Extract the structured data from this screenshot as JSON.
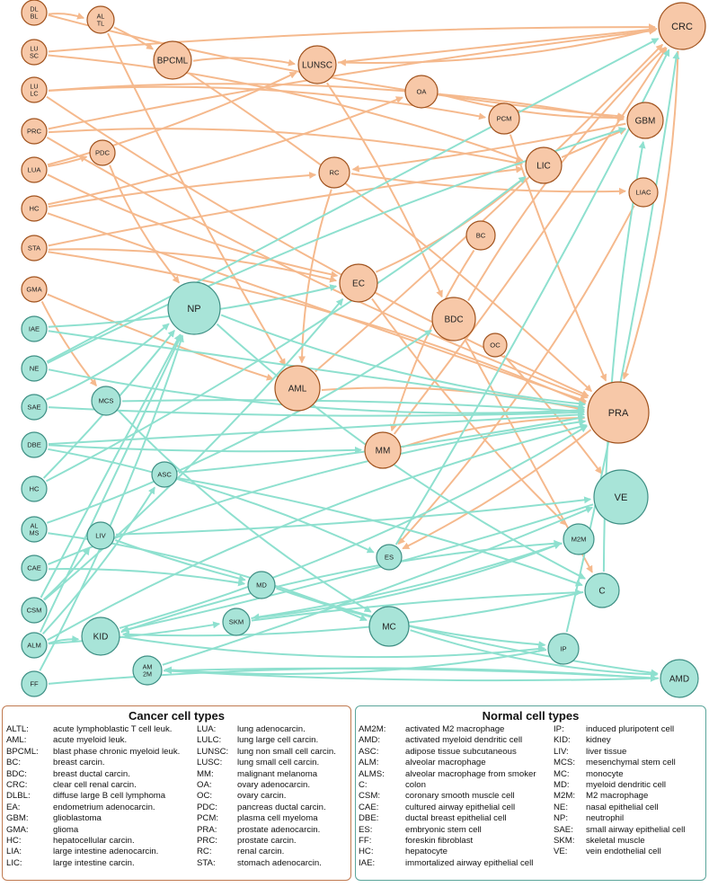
{
  "colors": {
    "cancer_fill": "#f7c8a8",
    "cancer_stroke": "#a0521d",
    "normal_fill": "#a8e4d8",
    "normal_stroke": "#3e8f84",
    "cancer_edge": "#f5b98d",
    "normal_edge": "#8ee0cf"
  },
  "nodes": [
    {
      "id": "DLBL",
      "label": "DL\nBL",
      "kind": "cancer"
    },
    {
      "id": "LUSC",
      "label": "LU\nSC",
      "kind": "cancer"
    },
    {
      "id": "LULC",
      "label": "LU\nLC",
      "kind": "cancer"
    },
    {
      "id": "PRC",
      "label": "PRC",
      "kind": "cancer"
    },
    {
      "id": "LUA",
      "label": "LUA",
      "kind": "cancer"
    },
    {
      "id": "HC_c",
      "label": "HC",
      "kind": "cancer"
    },
    {
      "id": "STA",
      "label": "STA",
      "kind": "cancer"
    },
    {
      "id": "GMA",
      "label": "GMA",
      "kind": "cancer"
    },
    {
      "id": "ALTL",
      "label": "AL\nTL",
      "kind": "cancer"
    },
    {
      "id": "PDC",
      "label": "PDC",
      "kind": "cancer"
    },
    {
      "id": "BPCML",
      "label": "BPCML",
      "kind": "cancer"
    },
    {
      "id": "LUNSC",
      "label": "LUNSC",
      "kind": "cancer"
    },
    {
      "id": "OA",
      "label": "OA",
      "kind": "cancer"
    },
    {
      "id": "PCM",
      "label": "PCM",
      "kind": "cancer"
    },
    {
      "id": "LIC",
      "label": "LIC",
      "kind": "cancer"
    },
    {
      "id": "RC",
      "label": "RC",
      "kind": "cancer"
    },
    {
      "id": "BC",
      "label": "BC",
      "kind": "cancer"
    },
    {
      "id": "EC",
      "label": "EC",
      "kind": "cancer"
    },
    {
      "id": "BDC",
      "label": "BDC",
      "kind": "cancer"
    },
    {
      "id": "OC",
      "label": "OC",
      "kind": "cancer"
    },
    {
      "id": "AML",
      "label": "AML",
      "kind": "cancer"
    },
    {
      "id": "MM",
      "label": "MM",
      "kind": "cancer"
    },
    {
      "id": "CRC",
      "label": "CRC",
      "kind": "cancer"
    },
    {
      "id": "GBM",
      "label": "GBM",
      "kind": "cancer"
    },
    {
      "id": "LIAC",
      "label": "LIAC",
      "kind": "cancer"
    },
    {
      "id": "PRA",
      "label": "PRA",
      "kind": "cancer"
    },
    {
      "id": "IAE",
      "label": "IAE",
      "kind": "normal"
    },
    {
      "id": "NE",
      "label": "NE",
      "kind": "normal"
    },
    {
      "id": "SAE",
      "label": "SAE",
      "kind": "normal"
    },
    {
      "id": "DBE",
      "label": "DBE",
      "kind": "normal"
    },
    {
      "id": "HC_n",
      "label": "HC",
      "kind": "normal"
    },
    {
      "id": "ALMS",
      "label": "AL\nMS",
      "kind": "normal"
    },
    {
      "id": "CAE",
      "label": "CAE",
      "kind": "normal"
    },
    {
      "id": "CSM",
      "label": "CSM",
      "kind": "normal"
    },
    {
      "id": "ALM",
      "label": "ALM",
      "kind": "normal"
    },
    {
      "id": "FF",
      "label": "FF",
      "kind": "normal"
    },
    {
      "id": "NP",
      "label": "NP",
      "kind": "normal"
    },
    {
      "id": "MCS",
      "label": "MCS",
      "kind": "normal"
    },
    {
      "id": "ASC",
      "label": "ASC",
      "kind": "normal"
    },
    {
      "id": "LIV",
      "label": "LIV",
      "kind": "normal"
    },
    {
      "id": "KID",
      "label": "KID",
      "kind": "normal"
    },
    {
      "id": "AM2M",
      "label": "AM\n2M",
      "kind": "normal"
    },
    {
      "id": "SKM",
      "label": "SKM",
      "kind": "normal"
    },
    {
      "id": "MD",
      "label": "MD",
      "kind": "normal"
    },
    {
      "id": "MC",
      "label": "MC",
      "kind": "normal"
    },
    {
      "id": "ES",
      "label": "ES",
      "kind": "normal"
    },
    {
      "id": "IP",
      "label": "IP",
      "kind": "normal"
    },
    {
      "id": "VE",
      "label": "VE",
      "kind": "normal"
    },
    {
      "id": "M2M",
      "label": "M2M",
      "kind": "normal"
    },
    {
      "id": "C",
      "label": "C",
      "kind": "normal"
    },
    {
      "id": "AMD",
      "label": "AMD",
      "kind": "normal"
    }
  ],
  "edges": [
    [
      "ALTL",
      "BPCML"
    ],
    [
      "DLBL",
      "ALTL"
    ],
    [
      "LUSC",
      "CRC"
    ],
    [
      "LUSC",
      "LIC"
    ],
    [
      "LULC",
      "GBM"
    ],
    [
      "LULC",
      "PCM"
    ],
    [
      "PRC",
      "PRA"
    ],
    [
      "PRC",
      "CRC"
    ],
    [
      "LUA",
      "PDC"
    ],
    [
      "LUA",
      "EC"
    ],
    [
      "HC_c",
      "RC"
    ],
    [
      "HC_c",
      "PRA"
    ],
    [
      "STA",
      "LIC"
    ],
    [
      "STA",
      "PRA"
    ],
    [
      "GMA",
      "MCS"
    ],
    [
      "GMA",
      "AML"
    ],
    [
      "BPCML",
      "PRA"
    ],
    [
      "BPCML",
      "LUNSC"
    ],
    [
      "PDC",
      "NP"
    ],
    [
      "LUNSC",
      "CRC"
    ],
    [
      "LUNSC",
      "BDC"
    ],
    [
      "OA",
      "GBM"
    ],
    [
      "PCM",
      "PRA"
    ],
    [
      "LIC",
      "GBM"
    ],
    [
      "RC",
      "LIAC"
    ],
    [
      "RC",
      "AML"
    ],
    [
      "EC",
      "LIC"
    ],
    [
      "EC",
      "M2M"
    ],
    [
      "BDC",
      "CRC"
    ],
    [
      "BDC",
      "C"
    ],
    [
      "BC",
      "MM"
    ],
    [
      "OC",
      "VE"
    ],
    [
      "AML",
      "CRC"
    ],
    [
      "AML",
      "PRA"
    ],
    [
      "MM",
      "PRA"
    ],
    [
      "MM",
      "CRC"
    ],
    [
      "CRC",
      "PRA"
    ],
    [
      "CRC",
      "LUNSC"
    ],
    [
      "GBM",
      "RC"
    ],
    [
      "PRA",
      "ES"
    ],
    [
      "LIAC",
      "ES"
    ],
    [
      "LUA",
      "LUNSC"
    ],
    [
      "HC_c",
      "OA"
    ],
    [
      "PRC",
      "LIC"
    ],
    [
      "DLBL",
      "GBM"
    ],
    [
      "ALTL",
      "AML"
    ],
    [
      "STA",
      "EC"
    ],
    [
      "LULC",
      "PRA"
    ],
    [
      "AM2M",
      "VE"
    ],
    [
      "AM2M",
      "AMD"
    ],
    [
      "FF",
      "AMD"
    ],
    [
      "ALM",
      "KID"
    ],
    [
      "ALM",
      "PRA"
    ],
    [
      "ALM",
      "NP"
    ],
    [
      "CSM",
      "LIV"
    ],
    [
      "CSM",
      "EC"
    ],
    [
      "CAE",
      "MD"
    ],
    [
      "CAE",
      "PRA"
    ],
    [
      "ALMS",
      "BDC"
    ],
    [
      "ALMS",
      "MC"
    ],
    [
      "HC_n",
      "LIC"
    ],
    [
      "HC_n",
      "NP"
    ],
    [
      "DBE",
      "PRA"
    ],
    [
      "DBE",
      "MM"
    ],
    [
      "SAE",
      "PRA"
    ],
    [
      "SAE",
      "NP"
    ],
    [
      "NE",
      "PRA"
    ],
    [
      "NE",
      "GBM"
    ],
    [
      "IAE",
      "EC"
    ],
    [
      "IAE",
      "PRA"
    ],
    [
      "NP",
      "PRA"
    ],
    [
      "NP",
      "C"
    ],
    [
      "MCS",
      "MC"
    ],
    [
      "ASC",
      "C"
    ],
    [
      "LIV",
      "MD"
    ],
    [
      "KID",
      "M2M"
    ],
    [
      "KID",
      "IP"
    ],
    [
      "SKM",
      "M2M"
    ],
    [
      "MD",
      "AMD"
    ],
    [
      "MC",
      "AMD"
    ],
    [
      "IP",
      "CRC"
    ],
    [
      "C",
      "GBM"
    ],
    [
      "ES",
      "CRC"
    ],
    [
      "M2M",
      "SKM"
    ],
    [
      "AMD",
      "AM2M"
    ],
    [
      "VE",
      "KID"
    ],
    [
      "IP",
      "AM2M"
    ],
    [
      "C",
      "KID"
    ],
    [
      "LIV",
      "VE"
    ],
    [
      "ASC",
      "PRA"
    ],
    [
      "MCS",
      "PRA"
    ],
    [
      "CSM",
      "NP"
    ],
    [
      "ALM",
      "ASC"
    ],
    [
      "ALM",
      "SKM"
    ],
    [
      "FF",
      "NP"
    ],
    [
      "MD",
      "IP"
    ],
    [
      "SKM",
      "C"
    ],
    [
      "DBE",
      "ES"
    ],
    [
      "NE",
      "CRC"
    ],
    [
      "KID",
      "PRA"
    ]
  ],
  "legends": {
    "cancer": {
      "title": "Cancer cell types",
      "col1": [
        [
          "ALTL:",
          "acute lymphoblastic T cell leuk."
        ],
        [
          "AML:",
          "acute myeloid leuk."
        ],
        [
          "BPCML:",
          "blast phase chronic myeloid leuk."
        ],
        [
          "BC:",
          "breast carcin."
        ],
        [
          "BDC:",
          "breast ductal carcin."
        ],
        [
          "CRC:",
          "clear cell renal carcin."
        ],
        [
          "DLBL:",
          "diffuse large B cell lymphoma"
        ],
        [
          "EA:",
          "endometrium adenocarcin."
        ],
        [
          "GBM:",
          "glioblastoma"
        ],
        [
          "GMA:",
          "glioma"
        ],
        [
          "HC:",
          "hepatocellular carcin."
        ],
        [
          "LIA:",
          "large intestine adenocarcin."
        ],
        [
          "LIC:",
          "large intestine carcin."
        ]
      ],
      "col2": [
        [
          "LUA:",
          "lung adenocarcin."
        ],
        [
          "LULC:",
          "lung large cell carcin."
        ],
        [
          "LUNSC:",
          "lung non small cell carcin."
        ],
        [
          "LUSC:",
          "lung small cell carcin."
        ],
        [
          "MM:",
          "malignant melanoma"
        ],
        [
          "OA:",
          "ovary adenocarcin."
        ],
        [
          "OC:",
          "ovary carcin."
        ],
        [
          "PDC:",
          "pancreas ductal carcin."
        ],
        [
          "PCM:",
          "plasma cell myeloma"
        ],
        [
          "PRA:",
          "prostate adenocarcin."
        ],
        [
          "PRC:",
          "prostate carcin."
        ],
        [
          "RC:",
          "renal carcin."
        ],
        [
          "STA:",
          "stomach adenocarcin."
        ]
      ]
    },
    "normal": {
      "title": "Normal cell types",
      "col1": [
        [
          "AM2M:",
          "activated M2 macrophage"
        ],
        [
          "AMD:",
          "activated myeloid dendritic cell"
        ],
        [
          "ASC:",
          "adipose tissue subcutaneous"
        ],
        [
          "ALM:",
          "alveolar macrophage"
        ],
        [
          "ALMS:",
          "alveolar macrophage from smoker"
        ],
        [
          "C:",
          "colon"
        ],
        [
          "CSM:",
          "coronary smooth muscle cell"
        ],
        [
          "CAE:",
          "cultured airway epithelial cell"
        ],
        [
          "DBE:",
          "ductal breast epithelial cell"
        ],
        [
          "ES:",
          "embryonic stem cell"
        ],
        [
          "FF:",
          "foreskin fibroblast"
        ],
        [
          "HC:",
          "hepatocyte"
        ],
        [
          "IAE:",
          "immortalized airway epithelial cell"
        ]
      ],
      "col2": [
        [
          "IP:",
          "induced pluripotent cell"
        ],
        [
          "KID:",
          "kidney"
        ],
        [
          "LIV:",
          "liver tissue"
        ],
        [
          "MCS:",
          "mesenchymal stem cell"
        ],
        [
          "MC:",
          "monocyte"
        ],
        [
          "MD:",
          "myeloid dendritic cell"
        ],
        [
          "M2M:",
          "M2 macrophage"
        ],
        [
          "NE:",
          "nasal epithelial cell"
        ],
        [
          "NP:",
          "neutrophil"
        ],
        [
          "SAE:",
          "small airway epithelial cell"
        ],
        [
          "SKM:",
          "skeletal muscle"
        ],
        [
          "VE:",
          "vein endothelial cell"
        ]
      ]
    }
  }
}
